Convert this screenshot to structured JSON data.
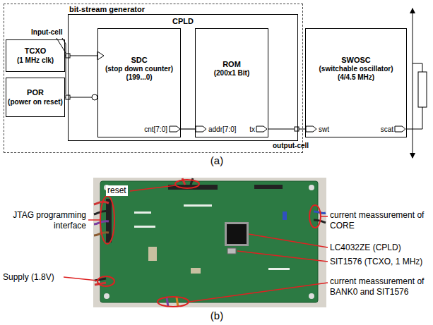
{
  "diagram": {
    "nodes": [
      {
        "text": [
          "bit-stream generator"
        ]
      },
      {
        "text": [
          "CPLD"
        ],
        "in": 0
      },
      {
        "text": [
          "TCXO",
          "(1 MHz clk)"
        ],
        "in": 0
      },
      {
        "text": [
          "POR",
          "(power on reset)"
        ],
        "in": 0
      },
      {
        "text": [
          "SDC",
          "(stop down counter) (199...0)",
          "cnt[7:0]"
        ],
        "in": 1
      },
      {
        "text": [
          "ROM",
          "(200x1 Bit)",
          "addr[7:0]",
          "tx"
        ],
        "in": 1
      },
      {
        "text": [
          "SWOSC",
          "(switchable oscillator) (4/4.5 MHz)",
          "swt",
          "scat"
        ]
      }
    ],
    "edges": [
      {
        "from": 2,
        "to": 4,
        "arrow": "none"
      },
      {
        "from": 3,
        "to": 4,
        "arrow": "none"
      },
      {
        "from": 4,
        "to": 5,
        "arrow": "none"
      },
      {
        "from": 5,
        "to": 6,
        "arrow": "none"
      }
    ],
    "labels": [
      "Input-cell",
      "output-cell",
      "(a)",
      "reset",
      "JTAG programming interface",
      "Supply (1.8V)",
      "current meassurement of CORE",
      "LC4032ZE (CPLD)",
      "SIT1576 (TCXO, 1 MHz)",
      "current meassurement of BANK0 and SIT1576",
      "(b)"
    ]
  }
}
